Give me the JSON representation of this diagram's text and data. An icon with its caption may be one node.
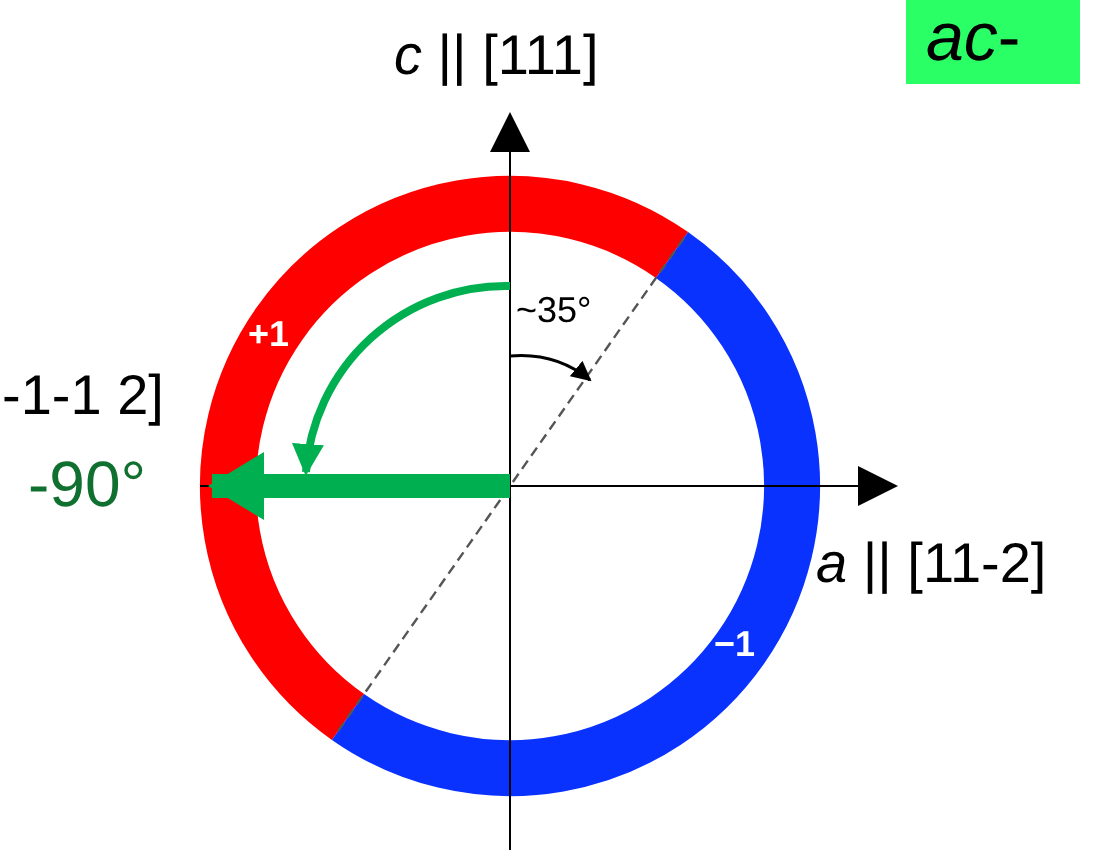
{
  "diagram": {
    "labels": [
      "*c* || [111]",
      "*ac*-",
      "+1",
      "-1-1 2]",
      "~35°",
      "-90°",
      "*a* || [11-2]",
      "−1"
    ]
  }
}
